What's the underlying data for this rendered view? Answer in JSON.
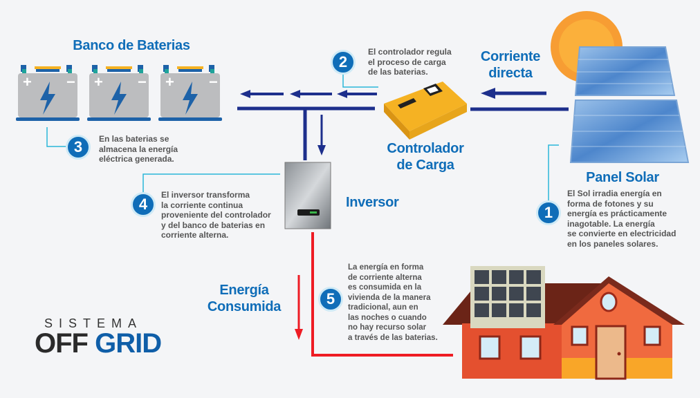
{
  "battery_bank": {
    "title": "Banco de Baterias",
    "plus": "+",
    "minus": "−"
  },
  "controller": {
    "title_line1": "Controlador",
    "title_line2": "de Carga"
  },
  "dc_current": {
    "line1": "Corriente",
    "line2": "directa"
  },
  "panel": {
    "title": "Panel Solar"
  },
  "inverter": {
    "title": "Inversor"
  },
  "consumed": {
    "line1": "Energía",
    "line2": "Consumida"
  },
  "steps": [
    {
      "number": "1",
      "lines": [
        "El Sol irradia energía en",
        "forma de fotones y su",
        "energía es prácticamente",
        "inagotable. La energía",
        "se convierte en electricidad",
        "en los paneles solares."
      ]
    },
    {
      "number": "2",
      "lines": [
        "El controlador regula",
        "el proceso de carga",
        "de las baterias."
      ]
    },
    {
      "number": "3",
      "lines": [
        "En las baterias se",
        "almacena la energía",
        "eléctrica generada."
      ]
    },
    {
      "number": "4",
      "lines": [
        "El inversor transforma",
        "la corriente continua",
        "proveniente del controlador",
        "y del banco de baterias en",
        "corriente alterna."
      ]
    },
    {
      "number": "5",
      "lines": [
        "La energía en forma",
        "de corriente alterna",
        "es consumida en la",
        "vivienda de la manera",
        "tradicional, aun en",
        "las noches o cuando",
        "no hay recurso solar",
        "a través de las baterias."
      ]
    }
  ],
  "logo": {
    "line1": "SISTEMA",
    "word1": "OFF",
    "word2": "GRID"
  },
  "colors": {
    "blue": "#0f6db8",
    "navy": "#1d2f8c",
    "red": "#ee1c24",
    "cyan": "#29b6d8",
    "orange": "#f5b223"
  }
}
